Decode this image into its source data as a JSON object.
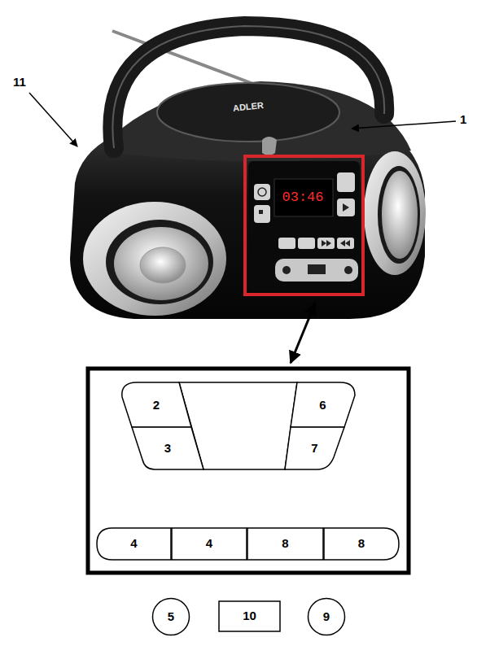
{
  "diagram": {
    "nodes": [
      {
        "text": [
          "2"
        ]
      },
      {
        "text": [
          "6"
        ]
      },
      {
        "text": [
          "3"
        ]
      },
      {
        "text": [
          "7"
        ]
      },
      {
        "text": [
          "4"
        ]
      },
      {
        "text": [
          "4"
        ]
      },
      {
        "text": [
          "8"
        ]
      },
      {
        "text": [
          "8"
        ]
      },
      {
        "text": [
          "5"
        ]
      },
      {
        "text": [
          "10"
        ]
      },
      {
        "text": [
          "9"
        ]
      }
    ],
    "labels": [
      "11",
      "1",
      "ADLER",
      "03:46"
    ]
  }
}
